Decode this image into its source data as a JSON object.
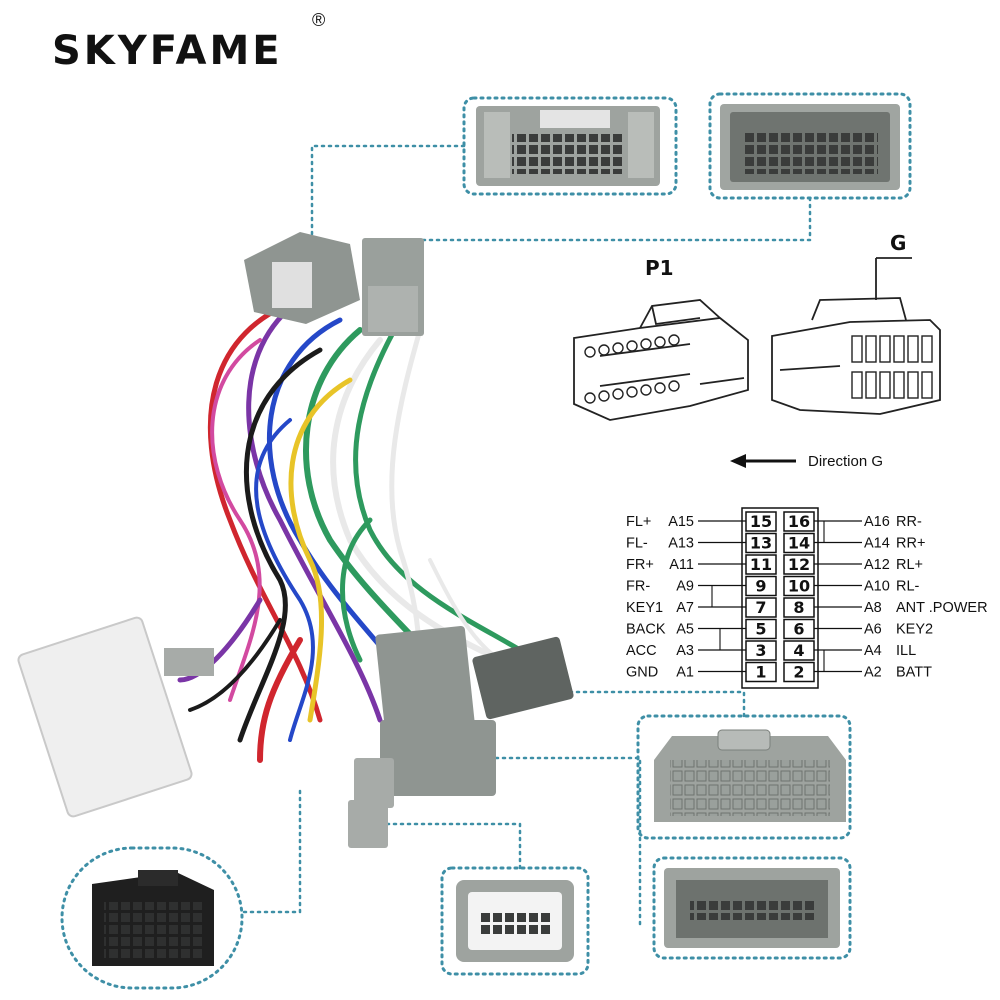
{
  "brand": {
    "name": "SKYFAME",
    "registered_mark": "®"
  },
  "labels": {
    "p1": "P1",
    "g": "G",
    "direction": "Direction G"
  },
  "pinout": {
    "left": [
      {
        "func": "FL+",
        "pin": "A15",
        "num": "15"
      },
      {
        "func": "FL-",
        "pin": "A13",
        "num": "13"
      },
      {
        "func": "FR+",
        "pin": "A11",
        "num": "11"
      },
      {
        "func": "FR-",
        "pin": "A9",
        "num": "9"
      },
      {
        "func": "KEY1",
        "pin": "A7",
        "num": "7"
      },
      {
        "func": "BACK",
        "pin": "A5",
        "num": "5"
      },
      {
        "func": "ACC",
        "pin": "A3",
        "num": "3"
      },
      {
        "func": "GND",
        "pin": "A1",
        "num": "1"
      }
    ],
    "right": [
      {
        "func": "RR-",
        "pin": "A16",
        "num": "16"
      },
      {
        "func": "RR+",
        "pin": "A14",
        "num": "14"
      },
      {
        "func": "RL+",
        "pin": "A12",
        "num": "12"
      },
      {
        "func": "RL-",
        "pin": "A10",
        "num": "10"
      },
      {
        "func": "ANT .POWER",
        "pin": "A8",
        "num": "8"
      },
      {
        "func": "KEY2",
        "pin": "A6",
        "num": "6"
      },
      {
        "func": "ILL",
        "pin": "A4",
        "num": "4"
      },
      {
        "func": "BATT",
        "pin": "A2",
        "num": "2"
      }
    ]
  },
  "colors": {
    "connector_gray": "#8f9591",
    "connector_dark": "#4a4d4b",
    "dotted_frame": "#3e8fa6",
    "wire_red": "#d0262e",
    "wire_green": "#2e9a5e",
    "wire_blue": "#2548c8",
    "wire_purple": "#7a35a6",
    "wire_yellow": "#e8c428",
    "wire_white": "#e9e9e9",
    "wire_black": "#1b1b1b",
    "wire_pink": "#d24aa0"
  }
}
